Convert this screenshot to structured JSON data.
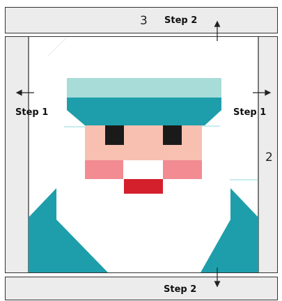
{
  "colors": {
    "strip_fill": "#ececec",
    "outline": "#2a2a2a",
    "white": "#ffffff",
    "hat_band_light": "#a8dcd8",
    "teal": "#1e9eab",
    "skin": "#f7c0b0",
    "cheek": "#f28b92",
    "eye": "#1a1a1a",
    "mouth": "#d4202c"
  },
  "labels": {
    "top_number": "3",
    "top_step": "Step 2",
    "left_step": "Step 1",
    "right_step": "Step 1",
    "right_number": "2",
    "bottom_step": "Step 2"
  }
}
